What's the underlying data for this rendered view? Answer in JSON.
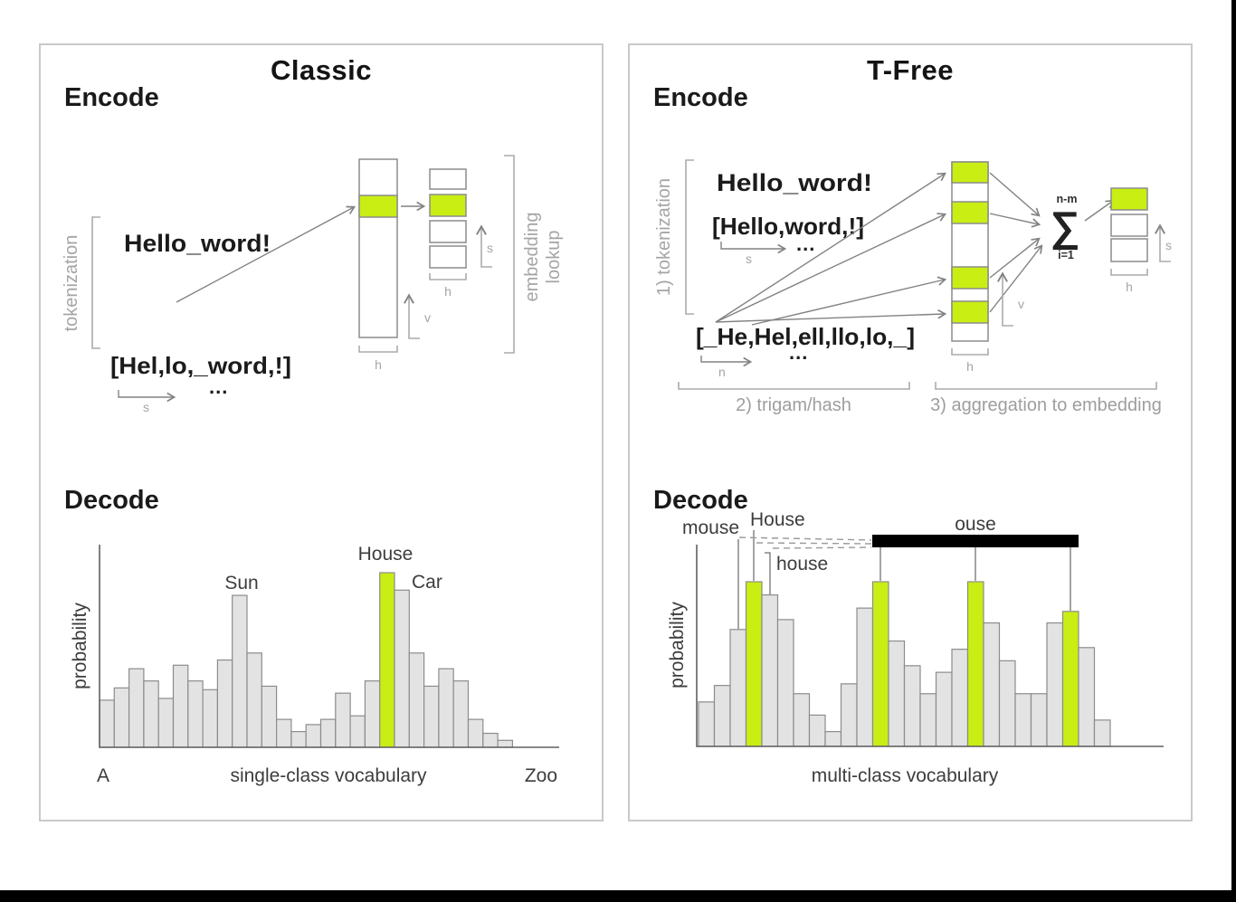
{
  "colors": {
    "accent_green": "#c8ee14",
    "bar_fill": "#e3e3e3",
    "bar_stroke": "#8c8c8c",
    "merge_bar_black": "#000000",
    "panel_border": "#c9c9c9",
    "annotation_gray": "#a5a5a5"
  },
  "classic": {
    "title": "Classic",
    "encode": {
      "heading": "Encode",
      "bracket_label": "tokenization",
      "input_text": "Hello_word!",
      "tokens_text": "[Hel,lo,_word,!]",
      "ellipsis": "...",
      "s_label": "s",
      "v_label": "v",
      "h_label_vocab": "h",
      "h_label_seq": "h",
      "s_label_seq": "s",
      "right_bracket_label_line1": "embedding",
      "right_bracket_label_line2": "lookup"
    },
    "decode": {
      "heading": "Decode"
    }
  },
  "tfree": {
    "title": "T-Free",
    "encode": {
      "heading": "Encode",
      "step1_label": "1) tokenization",
      "input_text": "Hello_word!",
      "word_tokens": "[Hello,word,!]",
      "trigram_tokens": "[_He,Hel,ell,llo,lo,_]",
      "ellipsis1": "...",
      "ellipsis2": "...",
      "s_label": "s",
      "n_label": "n",
      "v_label": "v",
      "h_label_vocab": "h",
      "h_label_seq": "h",
      "s_label_seq": "s",
      "sum_upper": "n-m",
      "sum_symbol": "∑",
      "sum_lower": "i=1",
      "step2_label": "2) trigam/hash",
      "step3_label": "3) aggregation to embedding"
    },
    "decode": {
      "heading": "Decode"
    }
  },
  "chart_data": [
    {
      "type": "bar",
      "title": "",
      "ylabel": "probability",
      "xlabel": "single-class vocabulary",
      "x_start_label": "A",
      "x_end_label": "Zoo",
      "ylim": [
        0,
        1
      ],
      "grid": false,
      "legend": "none",
      "values": [
        0.27,
        0.34,
        0.45,
        0.38,
        0.28,
        0.47,
        0.38,
        0.33,
        0.5,
        0.87,
        0.54,
        0.35,
        0.16,
        0.09,
        0.13,
        0.16,
        0.31,
        0.18,
        0.38,
        1.0,
        0.9,
        0.54,
        0.35,
        0.45,
        0.38,
        0.16,
        0.08,
        0.04
      ],
      "highlight_indices": [
        19
      ],
      "annotations": [
        {
          "label": "Sun",
          "bar_index": 9
        },
        {
          "label": "House",
          "bar_index": 19
        },
        {
          "label": "Car",
          "bar_index": 20
        }
      ]
    },
    {
      "type": "bar",
      "title": "",
      "ylabel": "probability",
      "xlabel": "multi-class vocabulary",
      "ylim": [
        0,
        1
      ],
      "grid": false,
      "legend": "none",
      "values": [
        0.27,
        0.37,
        0.71,
        1.0,
        0.92,
        0.77,
        0.32,
        0.19,
        0.09,
        0.38,
        0.84,
        1.0,
        0.64,
        0.49,
        0.32,
        0.45,
        0.59,
        1.0,
        0.75,
        0.52,
        0.32,
        0.32,
        0.75,
        0.82,
        0.6,
        0.16
      ],
      "highlight_indices": [
        3,
        11,
        17,
        23
      ],
      "annotations": [
        {
          "label": "mouse",
          "bar_index": 2
        },
        {
          "label": "House",
          "bar_index": 3
        },
        {
          "label": "house",
          "bar_index": 4
        },
        {
          "label": "ouse",
          "bar_indices": [
            11,
            17,
            23
          ],
          "style": "black-merge-bar"
        }
      ]
    }
  ]
}
